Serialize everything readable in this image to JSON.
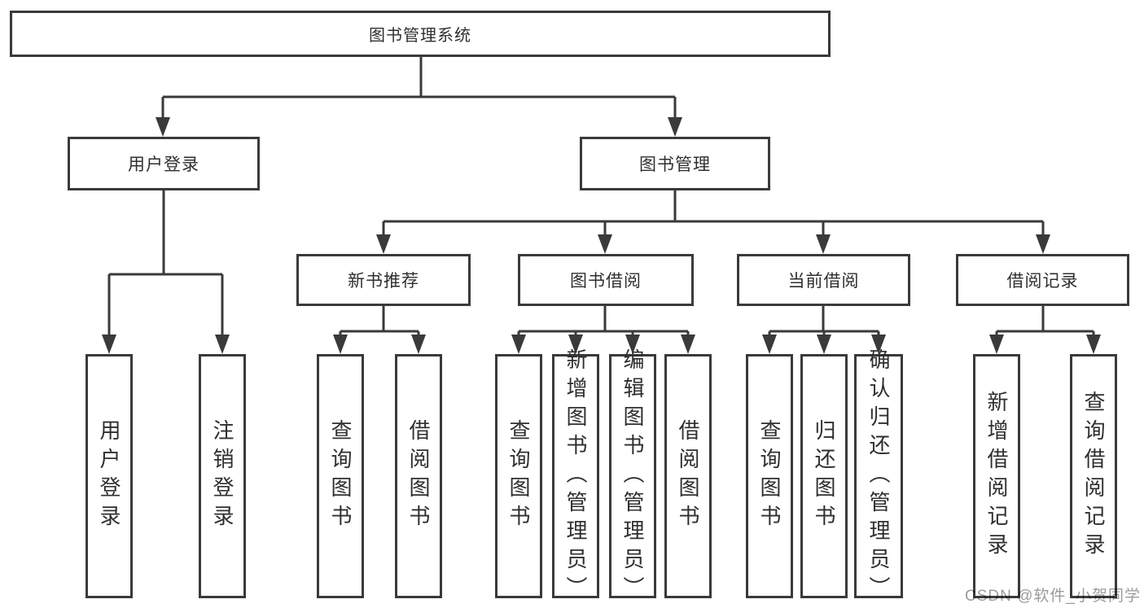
{
  "diagram": {
    "root": {
      "label": "图书管理系统"
    },
    "level2": {
      "user_login": {
        "label": "用户登录"
      },
      "book_mgmt": {
        "label": "图书管理"
      }
    },
    "level3": {
      "new_books": {
        "label": "新书推荐"
      },
      "book_borrow": {
        "label": "图书借阅"
      },
      "current_borrow": {
        "label": "当前借阅"
      },
      "borrow_records": {
        "label": "借阅记录"
      }
    },
    "leaves": {
      "user": [
        "用户登录",
        "注销登录"
      ],
      "recommend": [
        "查询图书",
        "借阅图书"
      ],
      "borrow": [
        "查询图书",
        "新增图书（管理员）",
        "编辑图书（管理员）",
        "借阅图书"
      ],
      "current": [
        "查询图书",
        "归还图书",
        "确认归还（管理员）"
      ],
      "records": [
        "新增借阅记录",
        "查询借阅记录"
      ]
    }
  },
  "watermark": {
    "text": "CSDN @软件_小贺同学"
  },
  "colors": {
    "line": "#3a3a3a",
    "text": "#2f2f2f",
    "watermark": "#9b9b9b",
    "background": "#ffffff"
  }
}
